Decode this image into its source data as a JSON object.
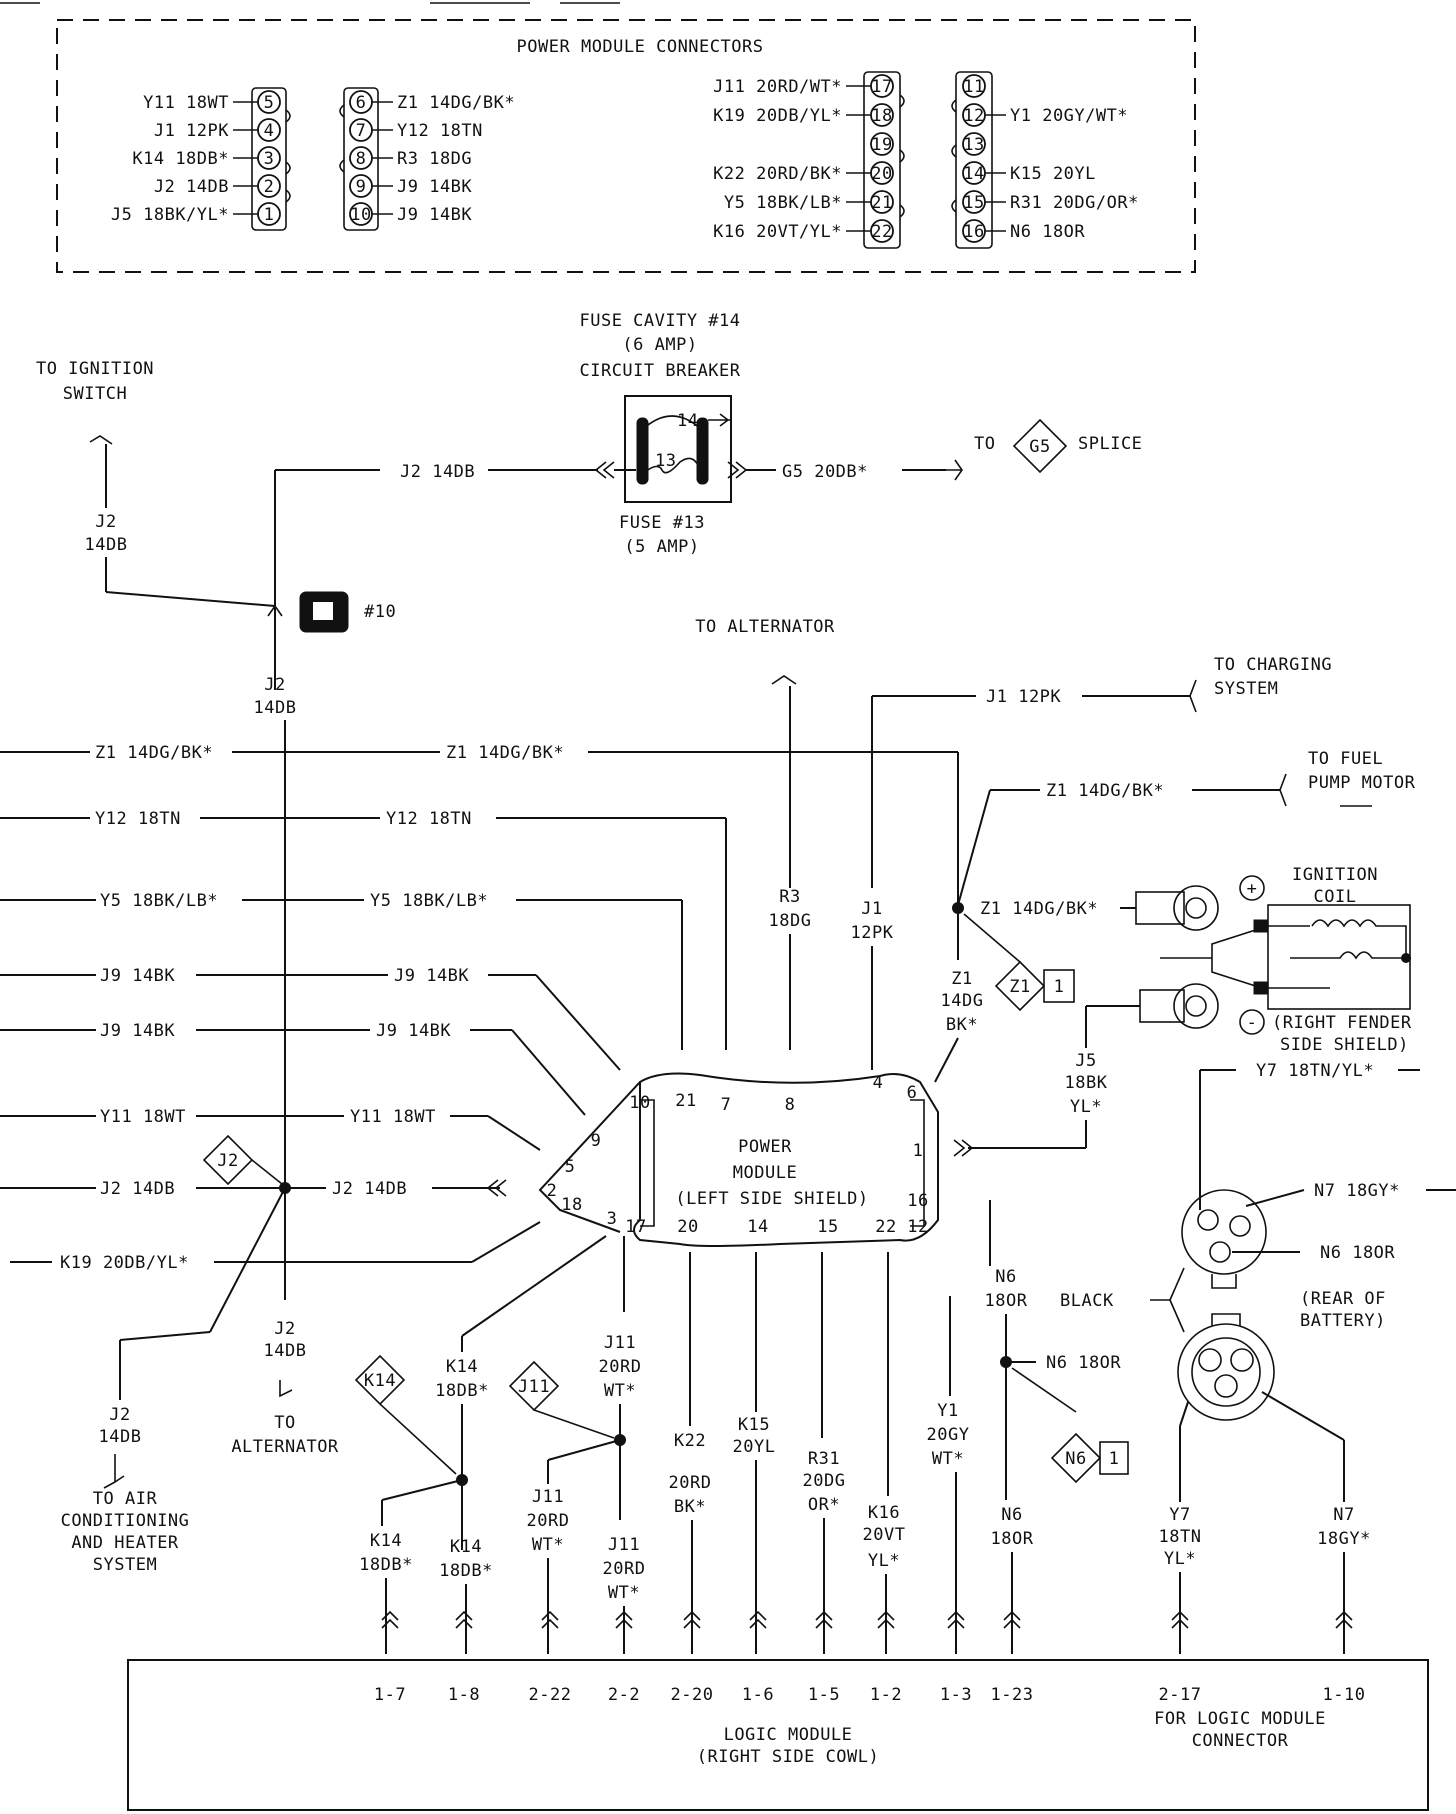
{
  "connector_panel": {
    "title": "POWER MODULE CONNECTORS",
    "left_pins": [
      "5",
      "4",
      "3",
      "2",
      "1"
    ],
    "left_labels": [
      "Y11 18WT",
      "J1 12PK",
      "K14 18DB*",
      "J2 14DB",
      "J5 18BK/YL*"
    ],
    "right_pins": [
      "6",
      "7",
      "8",
      "9",
      "10"
    ],
    "right_labels": [
      "Z1 14DG/BK*",
      "Y12 18TN",
      "R3 18DG",
      "J9 14BK",
      "J9 14BK"
    ],
    "c3_pins": [
      "17",
      "18",
      "19",
      "20",
      "21",
      "22"
    ],
    "c3_labels": [
      "J11 20RD/WT*",
      "K19 20DB/YL*",
      "",
      "K22 20RD/BK*",
      "Y5 18BK/LB*",
      "K16 20VT/YL*"
    ],
    "c4_pins": [
      "11",
      "12",
      "13",
      "14",
      "15",
      "16"
    ],
    "c4_labels": [
      "",
      "Y1 20GY/WT*",
      "",
      "K15 20YL",
      "R31 20DG/OR*",
      "N6 18OR"
    ]
  },
  "fuse": {
    "cavity": "FUSE CAVITY #14",
    "rating": "(6 AMP)",
    "type": "CIRCUIT BREAKER",
    "pin14": "14",
    "pin13": "13",
    "fuse13": "FUSE #13",
    "fuse13_rating": "(5 AMP)"
  },
  "labels": {
    "ign_switch_1": "TO IGNITION",
    "ign_switch_2": "SWITCH",
    "j2": "J2",
    "w14db": "14DB",
    "j2_14db": "J2 14DB",
    "g5_wire": "G5 20DB*",
    "to": "TO",
    "g5": "G5",
    "splice": "SPLICE",
    "conn10": "#10",
    "to_alternator": "TO ALTERNATOR",
    "to_charging_1": "TO CHARGING",
    "to_charging_2": "SYSTEM",
    "j1_12pk": "J1 12PK",
    "z1_14dgbk": "Z1 14DG/BK*",
    "to_fuel_1": "TO FUEL",
    "to_fuel_2": "PUMP MOTOR",
    "y12_18tn": "Y12 18TN",
    "y5_18bklb": "Y5 18BK/LB*",
    "j9_14bk": "J9 14BK",
    "y11_18wt": "Y11 18WT",
    "k19_20dbyl": "K19 20DB/YL*",
    "r3": "R3",
    "w18dg": "18DG",
    "j1": "J1",
    "w12pk": "12PK",
    "z1": "Z1",
    "w14dg": "14DG",
    "wbk": "BK*",
    "ign_coil_1": "IGNITION",
    "ign_coil_2": "COIL",
    "plus": "+",
    "minus": "-",
    "fender_1": "(RIGHT FENDER",
    "fender_2": "SIDE SHIELD)",
    "j5": "J5",
    "w18bk": "18BK",
    "wyl": "YL*",
    "y7_18tnyl": "Y7 18TN/YL*",
    "n7_18gy": "N7 18GY*",
    "n6_18or": "N6 18OR",
    "black": "BLACK",
    "rear_bat_1": "(REAR OF",
    "rear_bat_2": "BATTERY)",
    "n6": "N6",
    "w18or": "18OR",
    "pm_1": "POWER",
    "pm_2": "MODULE",
    "pm_3": "(LEFT SIDE SHIELD)",
    "j2_tag": "J2",
    "k14_tag": "K14",
    "j11_tag": "J11",
    "n6_tag": "N6",
    "z1_tag": "Z1",
    "one": "1",
    "to_alt2_1": "TO",
    "to_alt2_2": "ALTERNATOR",
    "ac_1": "TO AIR",
    "ac_2": "CONDITIONING",
    "ac_3": "AND HEATER",
    "ac_4": "SYSTEM",
    "k14": "K14",
    "w18db": "18DB*",
    "j11": "J11",
    "w20rd": "20RD",
    "wwt": "WT*",
    "k22": "K22",
    "w20rd2": "20RD",
    "wbk2": "BK*",
    "k15": "K15",
    "w20yl": "20YL",
    "r31": "R31",
    "w20dg": "20DG",
    "wor": "OR*",
    "k16": "K16",
    "w20vt": "20VT",
    "wyl2": "YL*",
    "y1": "Y1",
    "w20gy": "20GY",
    "wwt2": "WT*",
    "y7": "Y7",
    "w18tn": "18TN",
    "wyl3": "YL*",
    "n7": "N7",
    "w18gy": "18GY*",
    "lm_1": "LOGIC MODULE",
    "lm_2": "(RIGHT SIDE COWL)",
    "for_lm_1": "FOR LOGIC MODULE",
    "for_lm_2": "CONNECTOR"
  },
  "pm_pins": [
    "10",
    "21",
    "7",
    "8",
    "4",
    "6",
    "1",
    "16",
    "12",
    "22",
    "15",
    "14",
    "20",
    "17",
    "3",
    "18",
    "2",
    "5",
    "9"
  ],
  "logic_pins": [
    "1-7",
    "1-8",
    "2-22",
    "2-2",
    "2-20",
    "1-6",
    "1-5",
    "1-2",
    "1-3",
    "1-23",
    "2-17",
    "1-10"
  ]
}
